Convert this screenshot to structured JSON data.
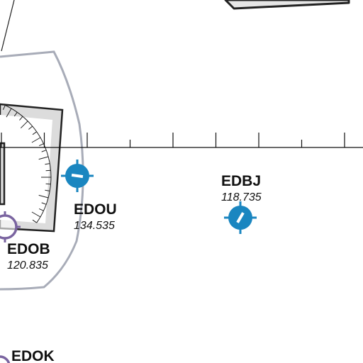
{
  "colors": {
    "background": "#ffffff",
    "airspace_boundary": "#a8acb8",
    "airfield_blue": "#1a86c0",
    "airfield_purple": "#7a64a0",
    "line": "#222222",
    "building_fill": "#dcdcdc"
  },
  "airfields": [
    {
      "code": "EDOU",
      "frequency": "134.535",
      "symbol": "civil-airfield-icon",
      "color": "blue"
    },
    {
      "code": "EDBJ",
      "frequency": "118.735",
      "symbol": "civil-airfield-icon",
      "color": "blue"
    },
    {
      "code": "EDOB",
      "frequency": "120.835",
      "symbol": "airfield-ring-icon",
      "color": "purple"
    },
    {
      "code": "EDOK",
      "frequency": "",
      "symbol": "airfield-ring-icon",
      "color": "purple"
    }
  ]
}
